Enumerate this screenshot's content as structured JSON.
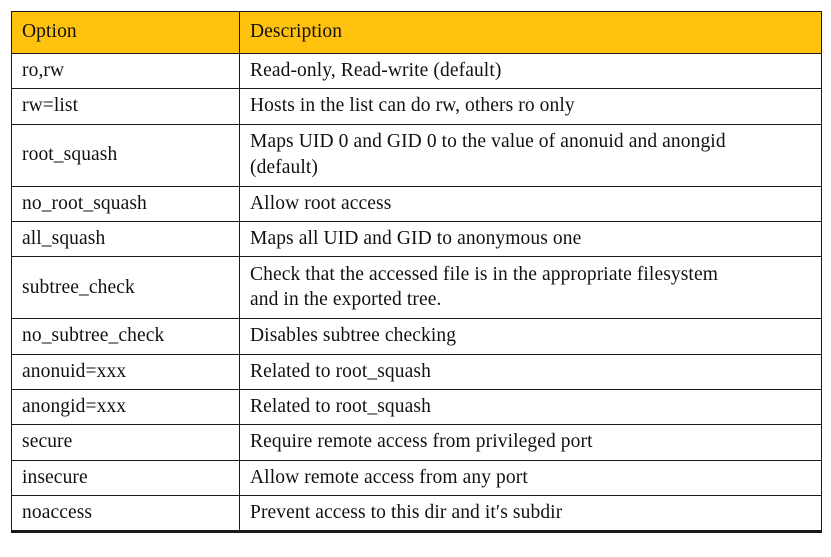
{
  "table": {
    "headers": {
      "option": "Option",
      "description": "Description"
    },
    "header_bg_color": "#FFC20E",
    "border_color": "#1a1a1a",
    "text_color": "#111111",
    "rows": [
      {
        "option": "ro,rw",
        "description": "Read-only, Read-write (default)",
        "description_line2": ""
      },
      {
        "option": "rw=list",
        "description": "Hosts in the list can do rw, others ro only",
        "description_line2": ""
      },
      {
        "option": "root_squash",
        "description": "Maps UID 0 and GID 0 to the value of anonuid and anongid",
        "description_line2": "(default)"
      },
      {
        "option": "no_root_squash",
        "description": "Allow root access",
        "description_line2": ""
      },
      {
        "option": "all_squash",
        "description": "Maps all UID and GID to anonymous one",
        "description_line2": ""
      },
      {
        "option": "subtree_check",
        "description": "Check that the accessed file is in the appropriate filesystem",
        "description_line2": "and in the exported tree."
      },
      {
        "option": "no_subtree_check",
        "description": "Disables subtree checking",
        "description_line2": ""
      },
      {
        "option": "anonuid=xxx",
        "description": "Related to root_squash",
        "description_line2": ""
      },
      {
        "option": "anongid=xxx",
        "description": "Related to root_squash",
        "description_line2": ""
      },
      {
        "option": "secure",
        "description": "Require remote access from privileged port",
        "description_line2": ""
      },
      {
        "option": "insecure",
        "description": "Allow remote access from any port",
        "description_line2": ""
      },
      {
        "option": "noaccess",
        "description": "Prevent access to this dir and it′s subdir",
        "description_line2": ""
      }
    ]
  }
}
